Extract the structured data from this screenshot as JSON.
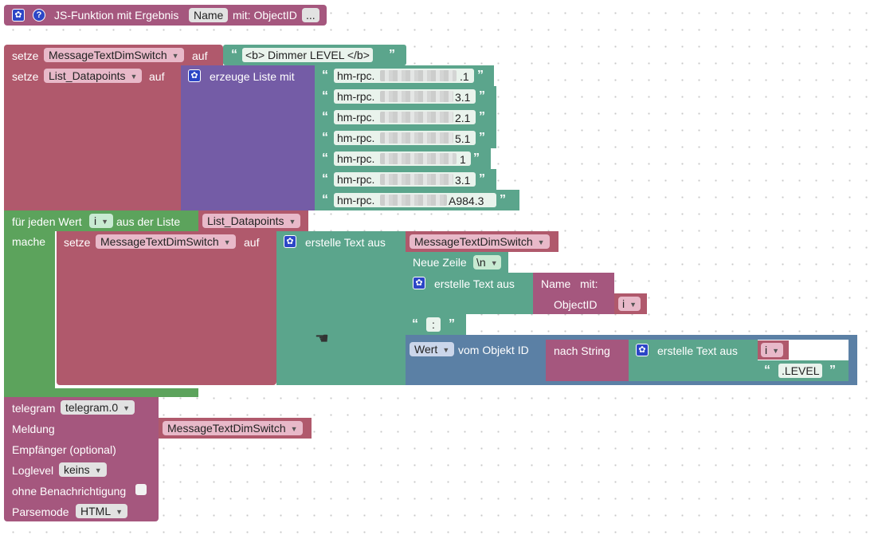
{
  "function_block": {
    "label": "JS-Funktion mit Ergebnis",
    "param_name": "Name",
    "label_mit": "mit: ObjectID",
    "more": "..."
  },
  "set_block_1": {
    "label_setze": "setze",
    "variable": "MessageTextDimSwitch",
    "label_auf": "auf",
    "text_value": "<b> Dimmer LEVEL </b>"
  },
  "set_block_2": {
    "label_setze": "setze",
    "variable": "List_Datapoints",
    "label_auf": "auf",
    "list_label": "erzeuge Liste mit",
    "items": [
      {
        "prefix": "hm-rpc.",
        "suffix": ".1"
      },
      {
        "prefix": "hm-rpc.",
        "suffix": "3.1"
      },
      {
        "prefix": "hm-rpc.",
        "suffix": "2.1"
      },
      {
        "prefix": "hm-rpc.",
        "suffix": "5.1"
      },
      {
        "prefix": "hm-rpc.",
        "suffix": "1"
      },
      {
        "prefix": "hm-rpc.",
        "suffix": "3.1"
      },
      {
        "prefix": "hm-rpc.",
        "suffix": "A984.3"
      }
    ]
  },
  "foreach_block": {
    "label_for": "für jeden Wert",
    "var": "i",
    "label_from": "aus der Liste",
    "list_var": "List_Datapoints",
    "label_do": "mache",
    "inner_set": {
      "label_setze": "setze",
      "variable": "MessageTextDimSwitch",
      "label_auf": "auf",
      "text_join_label": "erstelle Text aus",
      "join_var": "MessageTextDimSwitch",
      "newline_label": "Neue Zeile",
      "newline_value": "\\n",
      "inner_join_label": "erstelle Text aus",
      "name_label": "Name",
      "name_mit": "mit:",
      "objectid_label": "ObjectID",
      "objectid_var": "i",
      "colon_text": ":",
      "getvalue_prop": "Wert",
      "getvalue_label": "vom Objekt ID",
      "tostring_label": "nach String",
      "join3_label": "erstelle Text aus",
      "join3_var": "i",
      "level_text": ".LEVEL"
    }
  },
  "telegram_block": {
    "label": "telegram",
    "instance": "telegram.0",
    "message_label": "Meldung",
    "message_var": "MessageTextDimSwitch",
    "recipient_label": "Empfänger (optional)",
    "loglevel_label": "Loglevel",
    "loglevel_value": "keins",
    "silent_label": "ohne Benachrichtigung",
    "parsemode_label": "Parsemode",
    "parsemode_value": "HTML"
  },
  "colors": {
    "procedure": "#a5577e",
    "variables": "#b0596c",
    "lists": "#745ca6",
    "loops": "#5ca35c",
    "text": "#5ba58c",
    "objects": "#5b80a5",
    "gear": "#2c46c6"
  },
  "icons": [
    "gear-icon",
    "help-icon",
    "quote-open-icon",
    "quote-close-icon",
    "dropdown-arrow-icon",
    "hand-cursor-icon"
  ]
}
